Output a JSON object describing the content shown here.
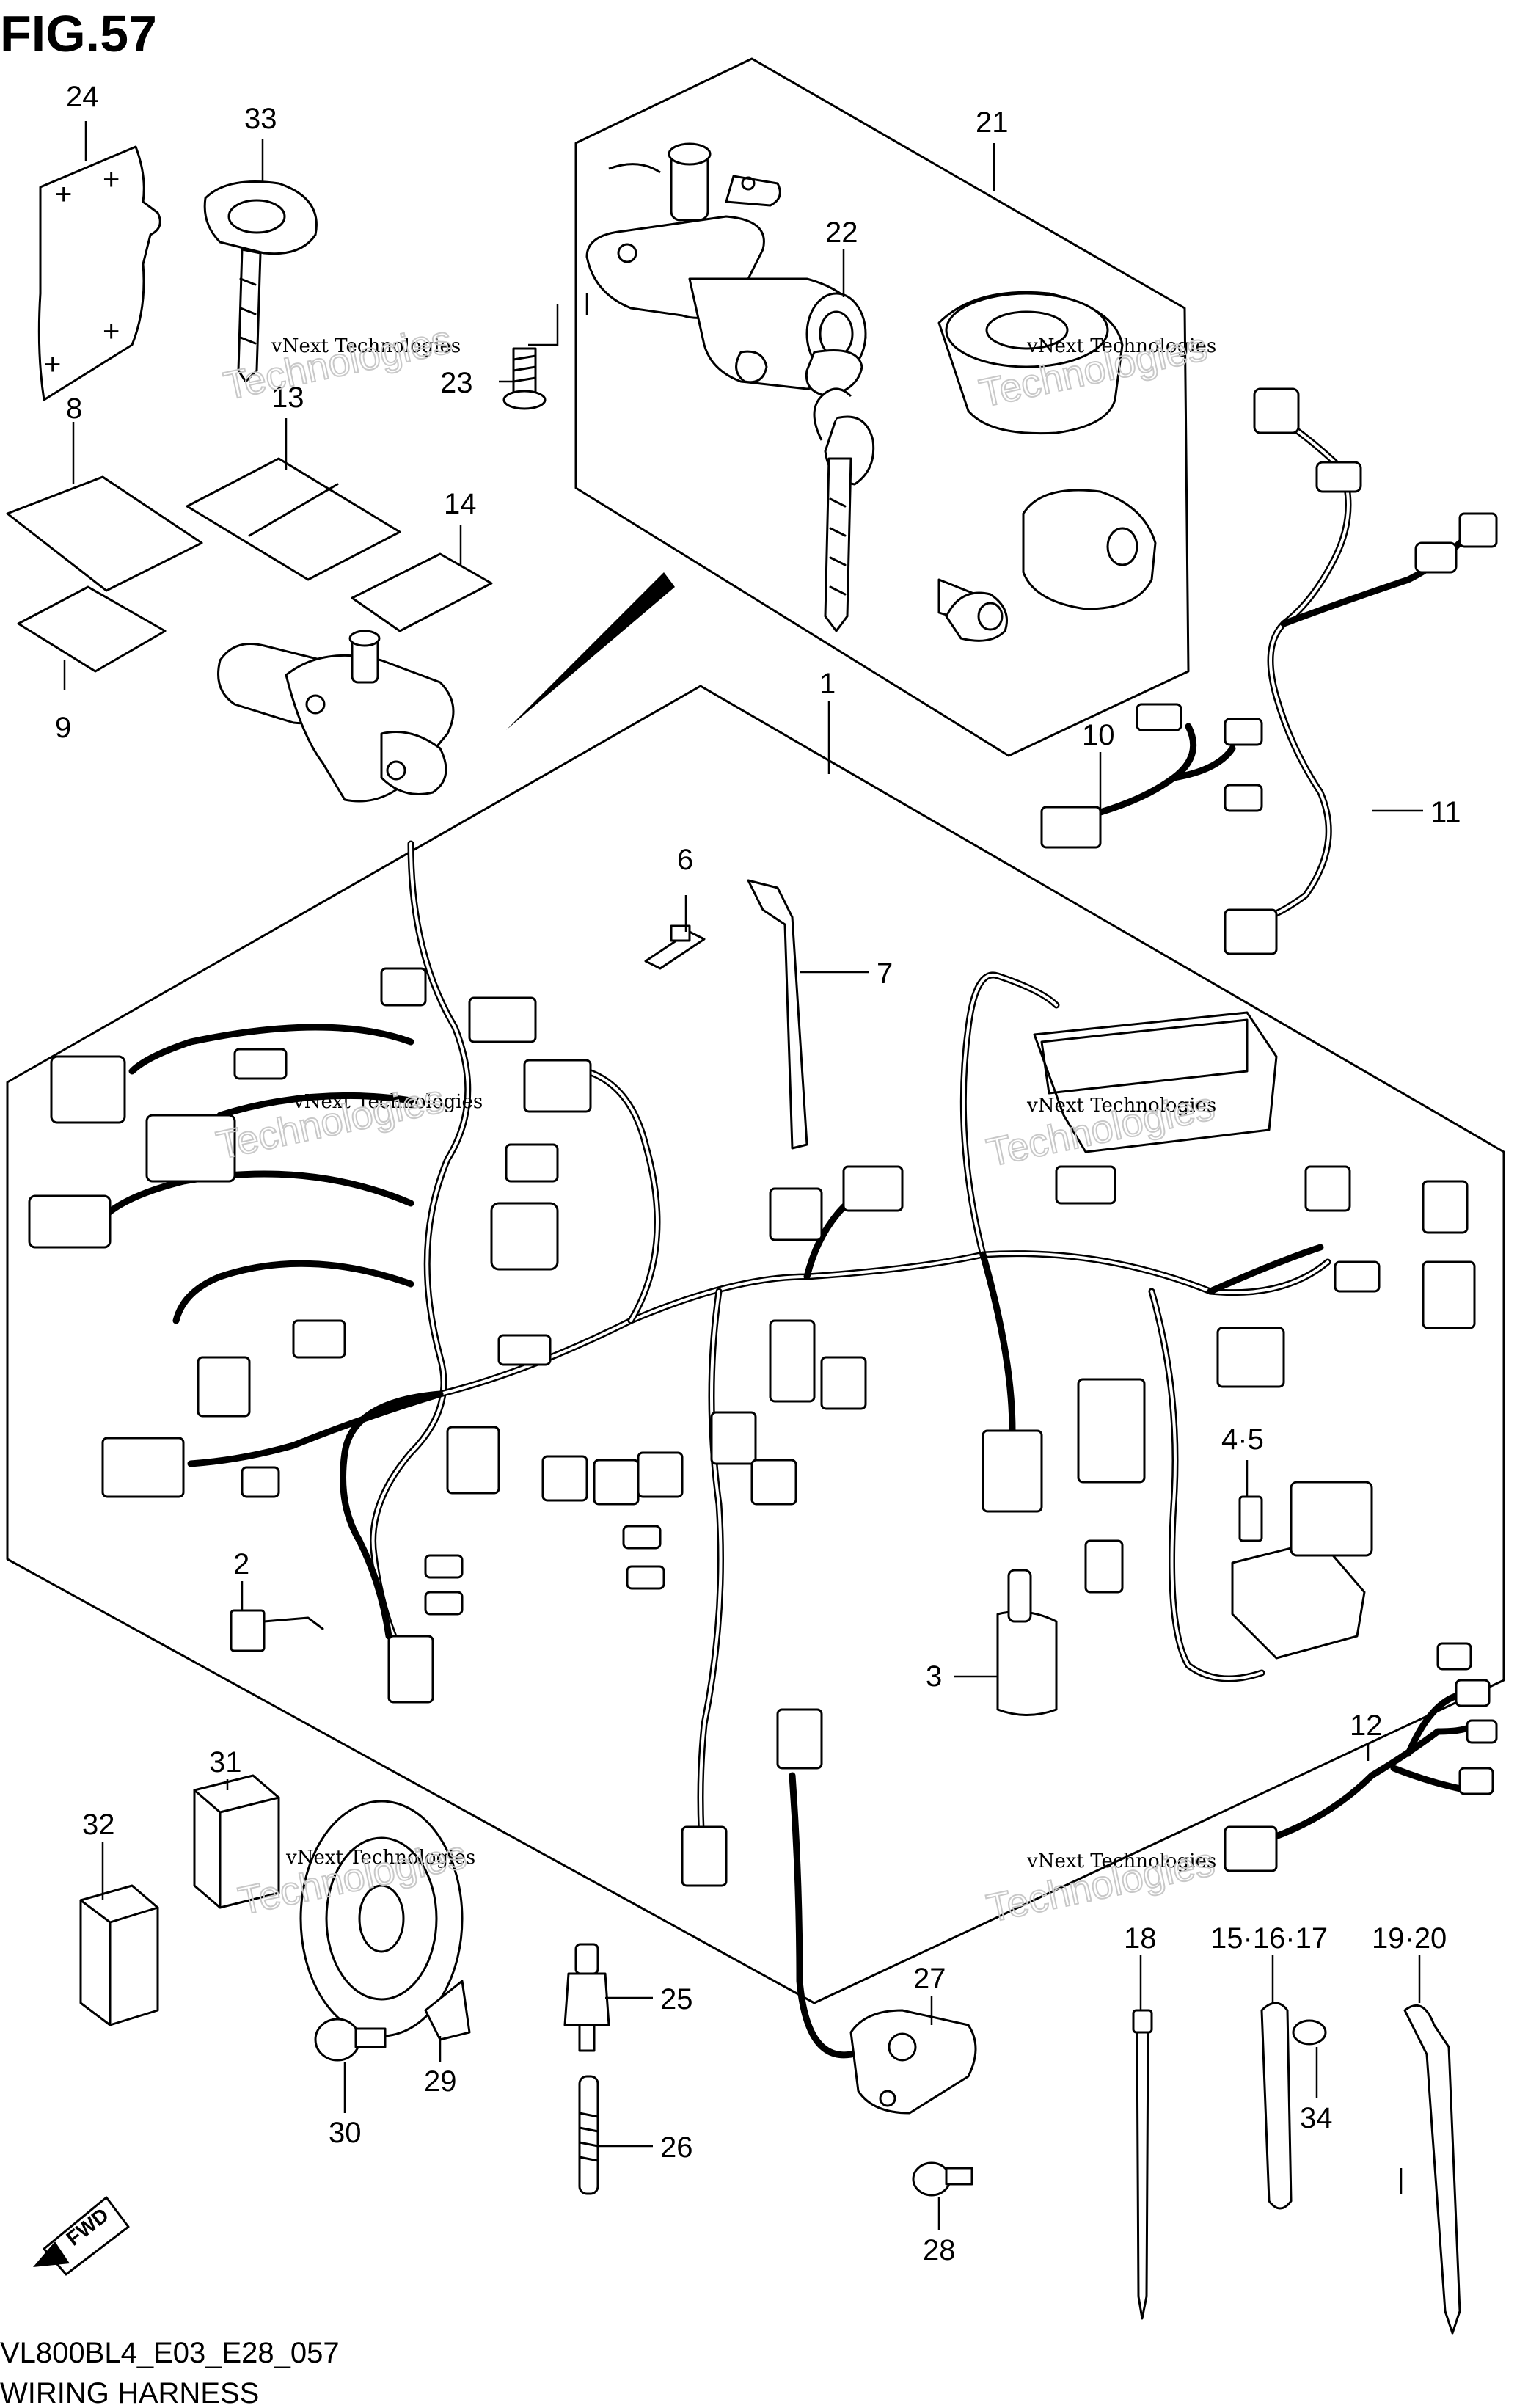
{
  "figure_title": "FIG.57",
  "diagram_code": "VL800BL4_E03_E28_057",
  "diagram_name": "WIRING HARNESS",
  "fwd_arrow_label": "FWD",
  "watermark": {
    "text_small": "vNext Technologies",
    "text_large": "Technologies"
  },
  "callouts": [
    "24",
    "33",
    "21",
    "22",
    "23",
    "8",
    "13",
    "14",
    "9",
    "1",
    "10",
    "11",
    "6",
    "7",
    "4·5",
    "2",
    "3",
    "12",
    "31",
    "32",
    "27",
    "18",
    "15·16·17",
    "19·20",
    "25",
    "34",
    "29",
    "30",
    "26",
    "28"
  ]
}
